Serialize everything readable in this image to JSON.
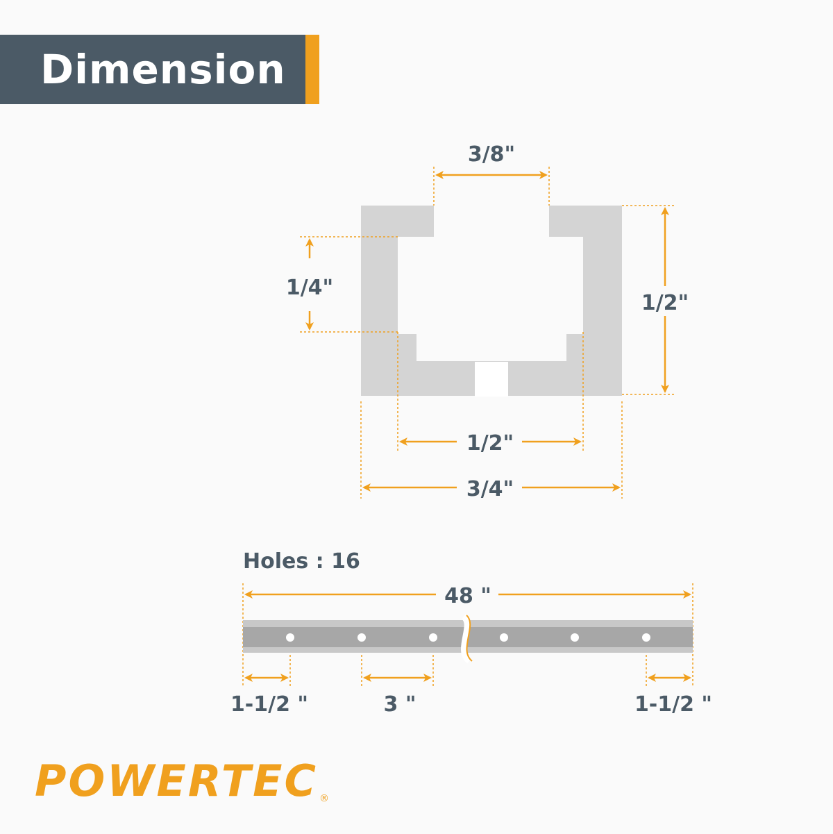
{
  "title": "Dimension",
  "colors": {
    "banner": "#4b5a66",
    "accent": "#f0a01e",
    "profile": "#d4d4d4",
    "rail": "#a7a7a7",
    "text": "#4b5a66"
  },
  "profile_dims": {
    "slot_top_width": "3/8\"",
    "lip_height": "1/4\"",
    "total_height": "1/2\"",
    "slot_bottom_width": "1/2\"",
    "total_width": "3/4\""
  },
  "rail": {
    "holes_label": "Holes : 16",
    "length": "48 \"",
    "end_offset_left": "1-1/2 \"",
    "hole_spacing": "3 \"",
    "end_offset_right": "1-1/2 \""
  },
  "brand": {
    "name": "POWERTEC",
    "registered": "®"
  }
}
